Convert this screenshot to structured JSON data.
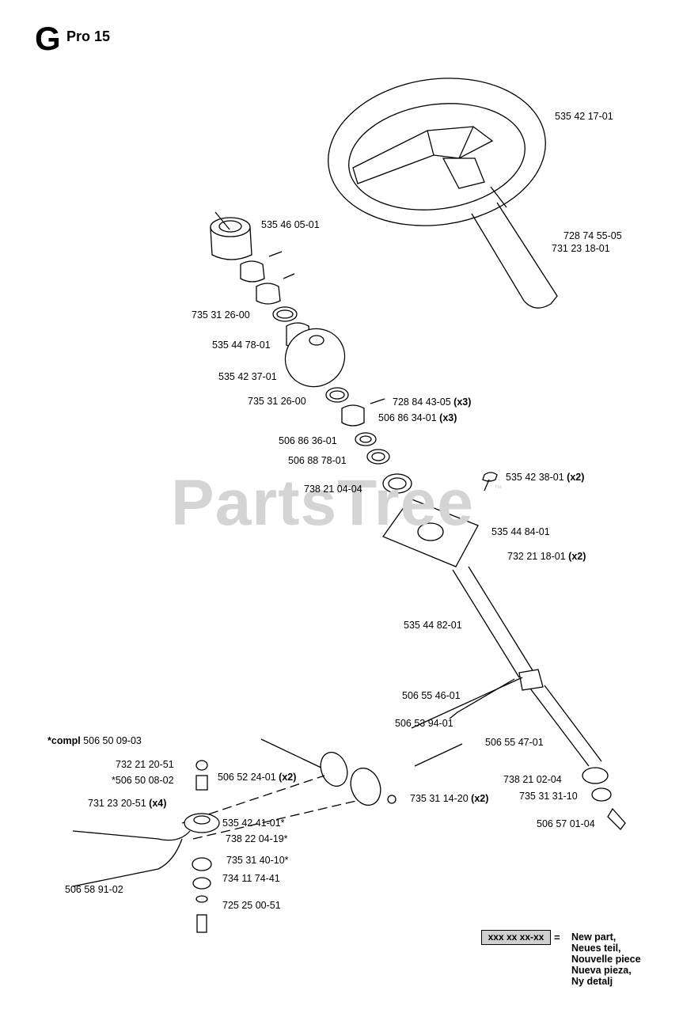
{
  "header": {
    "section": "G",
    "model": "Pro 15"
  },
  "watermark": {
    "text": "PartsTree",
    "tm": "™"
  },
  "compl_note": {
    "prefix": "*compl",
    "number": "506 50 09-03"
  },
  "labels": [
    {
      "id": "steering-wheel",
      "number": "535 42 17-01",
      "qty": ""
    },
    {
      "id": "wheel-pin",
      "number": "728 74 55-05",
      "qty": ""
    },
    {
      "id": "wheel-nut",
      "number": "731 23 18-01",
      "qty": ""
    },
    {
      "id": "column-cap",
      "number": "535 46 05-01",
      "qty": ""
    },
    {
      "id": "ring-upper",
      "number": "735 31 26-00",
      "qty": ""
    },
    {
      "id": "column-bushing",
      "number": "535 44 78-01",
      "qty": ""
    },
    {
      "id": "dash-disc",
      "number": "535 42 37-01",
      "qty": ""
    },
    {
      "id": "ring-lower",
      "number": "735 31 26-00",
      "qty": ""
    },
    {
      "id": "set-pin",
      "number": "728 84 43-05",
      "qty": "(x3)"
    },
    {
      "id": "sleeve",
      "number": "506 86 34-01",
      "qty": "(x3)"
    },
    {
      "id": "spacer-1",
      "number": "506 86 36-01",
      "qty": ""
    },
    {
      "id": "spacer-2",
      "number": "506 88 78-01",
      "qty": ""
    },
    {
      "id": "upper-bearing",
      "number": "738 21 04-04",
      "qty": ""
    },
    {
      "id": "carriage-bolt",
      "number": "535 42 38-01",
      "qty": "(x2)"
    },
    {
      "id": "mount-plate",
      "number": "535 44 84-01",
      "qty": ""
    },
    {
      "id": "plate-nut",
      "number": "732 21 18-01",
      "qty": "(x2)"
    },
    {
      "id": "steering-shaft",
      "number": "535 44 82-01",
      "qty": ""
    },
    {
      "id": "chain-upper",
      "number": "506 55 46-01",
      "qty": ""
    },
    {
      "id": "axle-pin",
      "number": "506 53 94-01",
      "qty": ""
    },
    {
      "id": "chain-lower",
      "number": "506 55 47-01",
      "qty": ""
    },
    {
      "id": "pulley",
      "number": "506 52 24-01",
      "qty": "(x2)"
    },
    {
      "id": "pulley-clip",
      "number": "735 31 14-20",
      "qty": "(x2)"
    },
    {
      "id": "lower-bearing",
      "number": "738 21 02-04",
      "qty": ""
    },
    {
      "id": "lower-ring",
      "number": "735 31 31-10",
      "qty": ""
    },
    {
      "id": "shaft-bolt",
      "number": "506 57 01-04",
      "qty": ""
    },
    {
      "id": "top-nut",
      "number": "732 21 20-51",
      "qty": ""
    },
    {
      "id": "sleeve-bushing",
      "number": "*506 50 08-02",
      "qty": ""
    },
    {
      "id": "cable-nut",
      "number": "731 23 20-51",
      "qty": "(x4)"
    },
    {
      "id": "sector-disc",
      "number": "535 42 41-01*",
      "qty": ""
    },
    {
      "id": "sector-bearing",
      "number": "738 22 04-19*",
      "qty": ""
    },
    {
      "id": "sector-ring",
      "number": "735 31 40-10*",
      "qty": ""
    },
    {
      "id": "washer",
      "number": "734 11 74-41",
      "qty": ""
    },
    {
      "id": "cable-rod",
      "number": "506 58 91-02",
      "qty": ""
    },
    {
      "id": "bottom-bolt",
      "number": "725 25 00-51",
      "qty": ""
    }
  ],
  "legend": {
    "placeholder": "xxx xx xx-xx",
    "equals": "=",
    "lines": [
      "New part,",
      "Neues teil,",
      "Nouvelle piece",
      "Nueva pieza,",
      "Ny detalj"
    ]
  }
}
